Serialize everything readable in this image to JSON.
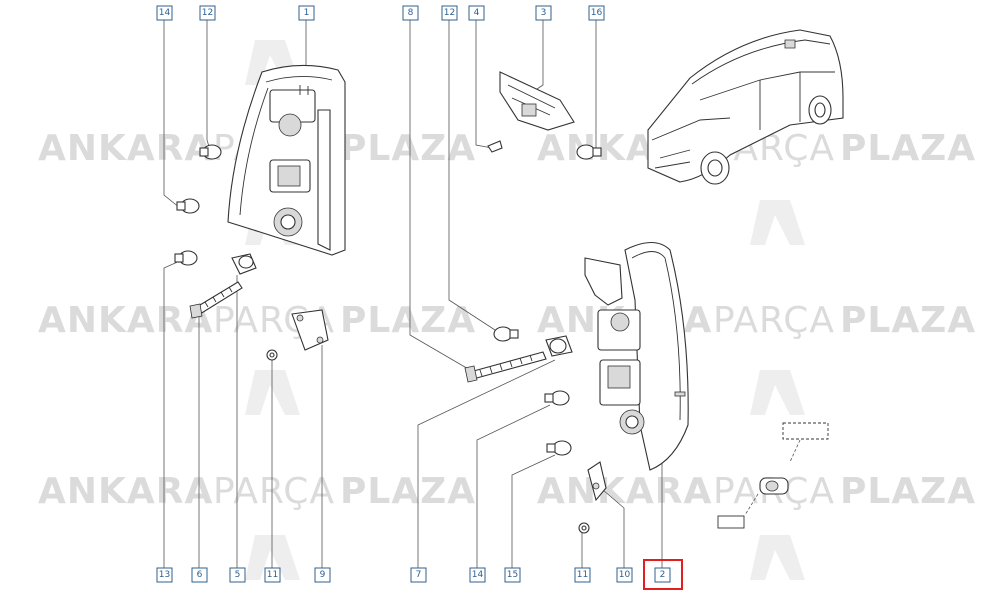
{
  "watermark": {
    "word1": "ANKARA",
    "word2": "PARÇA",
    "word3": "PLAZA"
  },
  "callouts": {
    "top": [
      "14",
      "12",
      "1",
      "8",
      "12",
      "4",
      "3",
      "16"
    ],
    "bottom": [
      "13",
      "6",
      "5",
      "11",
      "9",
      "7",
      "14",
      "15",
      "11",
      "10",
      "2"
    ]
  },
  "highlighted_callout": "2",
  "colors": {
    "callout": "#2f5f8f",
    "highlight": "#e02020",
    "watermark": "#bfbfbf"
  }
}
